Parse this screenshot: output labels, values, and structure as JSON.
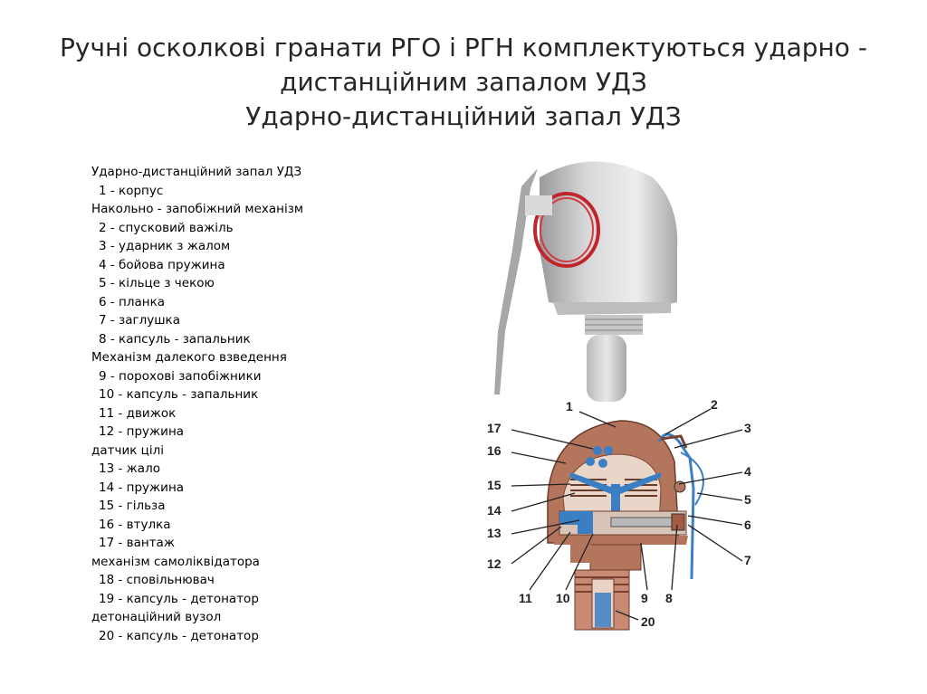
{
  "title": {
    "line1": "Ручні осколкові гранати РГО і РГН комплектуються ударно -",
    "line2": "дистанційним запалом УДЗ",
    "line3": "Ударно-дистанційний запал УДЗ"
  },
  "legend": [
    {
      "text": "Ударно-дистанційний запал УДЗ",
      "indent": false
    },
    {
      "text": "1 - корпус",
      "indent": true
    },
    {
      "text": "Накольно - запобіжний механізм",
      "indent": false
    },
    {
      "text": "2 - спусковий важіль",
      "indent": true
    },
    {
      "text": "3 - ударник з жалом",
      "indent": true
    },
    {
      "text": "4 - бойова пружина",
      "indent": true
    },
    {
      "text": "5 - кільце з чекою",
      "indent": true
    },
    {
      "text": "6 - планка",
      "indent": true
    },
    {
      "text": "7 - заглушка",
      "indent": true
    },
    {
      "text": "8 - капсуль - запальник",
      "indent": true
    },
    {
      "text": "Механізм далекого взведення",
      "indent": false
    },
    {
      "text": "9 - порохові запобіжники",
      "indent": true
    },
    {
      "text": "10 - капсуль - запальник",
      "indent": true
    },
    {
      "text": "11 - движок",
      "indent": true
    },
    {
      "text": "12 - пружина",
      "indent": true
    },
    {
      "text": "датчик цілі",
      "indent": false
    },
    {
      "text": "13 - жало",
      "indent": true
    },
    {
      "text": "14 - пружина",
      "indent": true
    },
    {
      "text": "15 - гільза",
      "indent": true
    },
    {
      "text": "16 - втулка",
      "indent": true
    },
    {
      "text": "17 - вантаж",
      "indent": true
    },
    {
      "text": "механізм самоліквідатора",
      "indent": false
    },
    {
      "text": "18 - сповільнювач",
      "indent": true
    },
    {
      "text": "19 - капсуль - детонатор",
      "indent": true
    },
    {
      "text": "детонаційний вузол",
      "indent": false
    },
    {
      "text": "20 - капсуль - детонатор",
      "indent": true
    }
  ],
  "diagram_labels": [
    "1",
    "2",
    "3",
    "4",
    "5",
    "6",
    "7",
    "8",
    "9",
    "10",
    "11",
    "12",
    "13",
    "14",
    "15",
    "16",
    "17",
    "20"
  ],
  "colors": {
    "body": "#b4755d",
    "blue": "#3a7fc4",
    "line": "#222222"
  }
}
